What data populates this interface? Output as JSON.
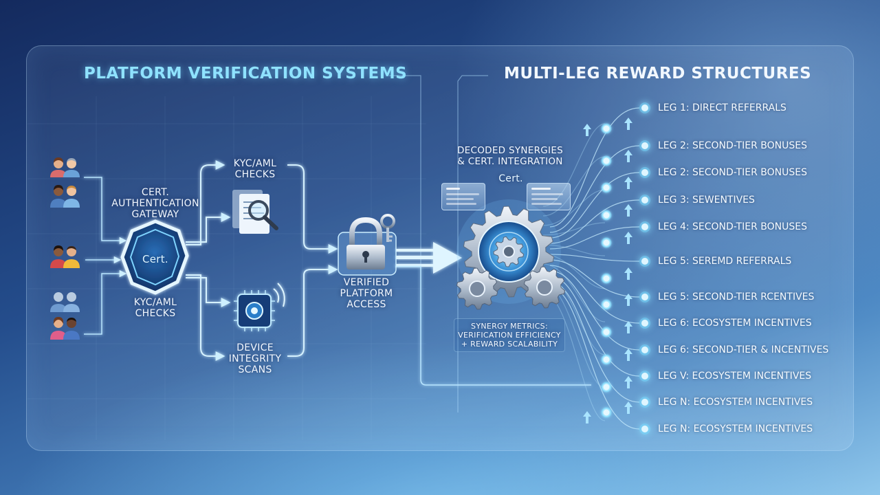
{
  "left_title": "PLATFORM VERIFICATION SYSTEMS",
  "right_title": "MULTI-LEG REWARD STRUCTURES",
  "gateway": {
    "badge": "Cert.",
    "label_line1": "CERT.",
    "label_line2": "AUTHENTICATION",
    "label_line3": "GATEWAY",
    "sub_line1": "KYC/AML",
    "sub_line2": "CHECKS"
  },
  "kyc": {
    "line1": "KYC/AML",
    "line2": "CHECKS"
  },
  "device": {
    "line1": "DEVICE",
    "line2": "INTEGRITY",
    "line3": "SCANS"
  },
  "access": {
    "line1": "VERIFIED",
    "line2": "PLATFORM",
    "line3": "ACCESS"
  },
  "synergy": {
    "title_line1": "DECODED SYNERGIES",
    "title_line2": "& CERT. INTEGRATION",
    "cert": "Cert.",
    "metrics_line1": "SYNERGY METRICS:",
    "metrics_line2": "VERIFICATION EFFICIENCY",
    "metrics_line3": "+ REWARD SCALABILITY"
  },
  "legs": [
    "LEG 1: DIRECT REFERRALS",
    "LEG 2: SECOND-TIER BONUSES",
    "LEG 2: SECOND-TIER BONUSES",
    "LEG 3: SEWENTIVES",
    "LEG 4: SECOND-TIER BONUSES",
    "LEG 5: SEREMD REFERRALS",
    "LEG 5: SECOND-TIER RCENTIVES",
    "LEG 6: ECOSYSTEM INCENTIVES",
    "LEG 6: SECOND-TIER & INCENTIVES",
    "LEG V: ECOSYSTEM INCENTIVES",
    "LEG N: ECOSYSTEM INCENTIVES",
    "LEG N: ECOSYSTEM INCENTIVES"
  ],
  "colors": {
    "glow": "#8fe2ff",
    "accent": "#5ec8ff",
    "panel_border": "#bee1ff"
  }
}
